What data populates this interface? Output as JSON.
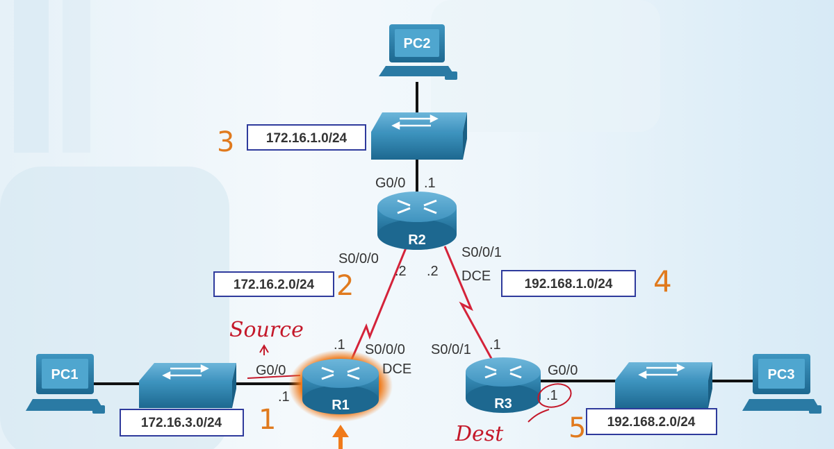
{
  "devices": {
    "pc1": "PC1",
    "pc2": "PC2",
    "pc3": "PC3",
    "r1": "R1",
    "r2": "R2",
    "r3": "R3"
  },
  "networks": {
    "n1": "172.16.3.0/24",
    "n2": "172.16.2.0/24",
    "n3": "172.16.1.0/24",
    "n4": "192.168.1.0/24",
    "n5": "192.168.2.0/24"
  },
  "interfaces": {
    "r2_g00": "G0/0",
    "r2_g00_ip": ".1",
    "r2_s000": "S0/0/0",
    "r2_s000_ip": ".2",
    "r2_s001": "S0/0/1",
    "r2_s001_ip": ".2",
    "r2_s001_dce": "DCE",
    "r1_s000": "S0/0/0",
    "r1_s000_dce": "DCE",
    "r1_s000_ip": ".1",
    "r1_g00": "G0/0",
    "r1_g00_ip": ".1",
    "r3_s001": "S0/0/1",
    "r3_s001_ip": ".1",
    "r3_g00": "G0/0",
    "r3_g00_ip": ".1"
  },
  "annotations": {
    "num1": "1",
    "num2": "2",
    "num3": "3",
    "num4": "4",
    "num5": "5",
    "source": "Source",
    "dest": "Dest"
  },
  "colors": {
    "device": "#1f6f97",
    "device_light": "#3f98c4",
    "link": "#111111",
    "serial": "#d4233a",
    "label_box": "#2e3a9c",
    "highlight": "#f07a1a",
    "handwriting_orange": "#e07a1e",
    "handwriting_red": "#c4182a"
  }
}
